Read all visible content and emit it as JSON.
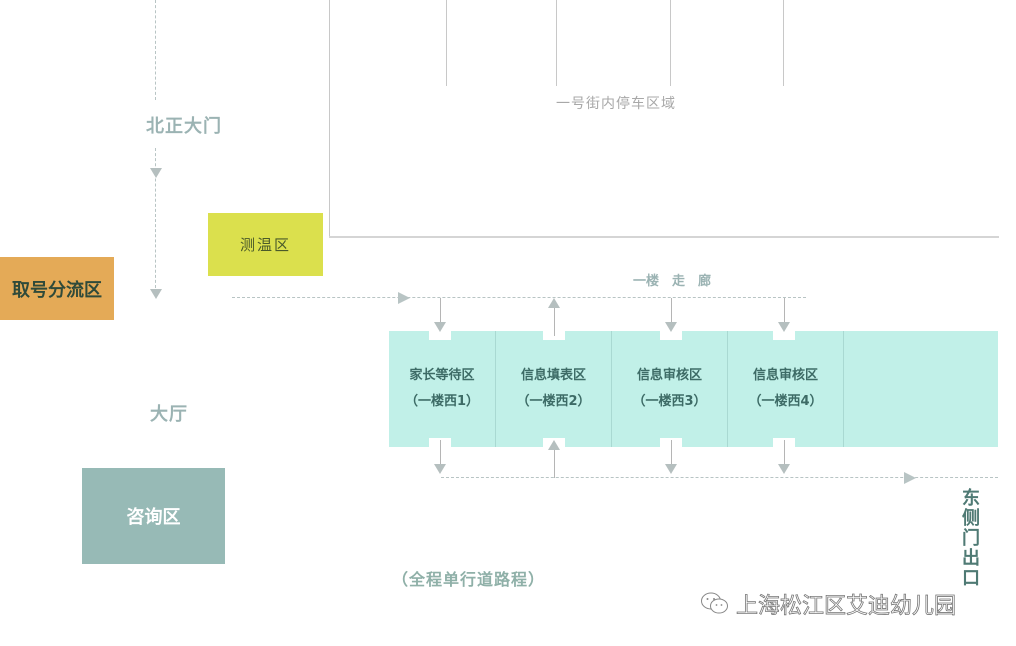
{
  "diagram": {
    "type": "floor-plan-flow",
    "colors": {
      "temperature_zone": "#dbe04d",
      "ticket_zone": "#e4aa57",
      "consult_zone": "#97bab6",
      "rooms": "#c1f0e8",
      "label_gray": "#9bb3b3",
      "room_text": "#3d6b66"
    }
  },
  "labels": {
    "north_gate": "北正大门",
    "parking": "一号街内停车区域",
    "temperature_zone": "测温区",
    "ticket_zone": "取号分流区",
    "corridor": "一楼　走　廊",
    "hall": "大厅",
    "consult_zone": "咨询区",
    "one_way": "（全程单行道路程）",
    "east_exit": "东侧门出口",
    "watermark": "上海松江区艾迪幼儿园"
  },
  "rooms": [
    {
      "name": "家长等待区",
      "location": "（一楼西1）"
    },
    {
      "name": "信息填表区",
      "location": "（一楼西2）"
    },
    {
      "name": "信息审核区",
      "location": "（一楼西3）"
    },
    {
      "name": "信息审核区",
      "location": "（一楼西4）"
    },
    {
      "name": "",
      "location": ""
    }
  ]
}
